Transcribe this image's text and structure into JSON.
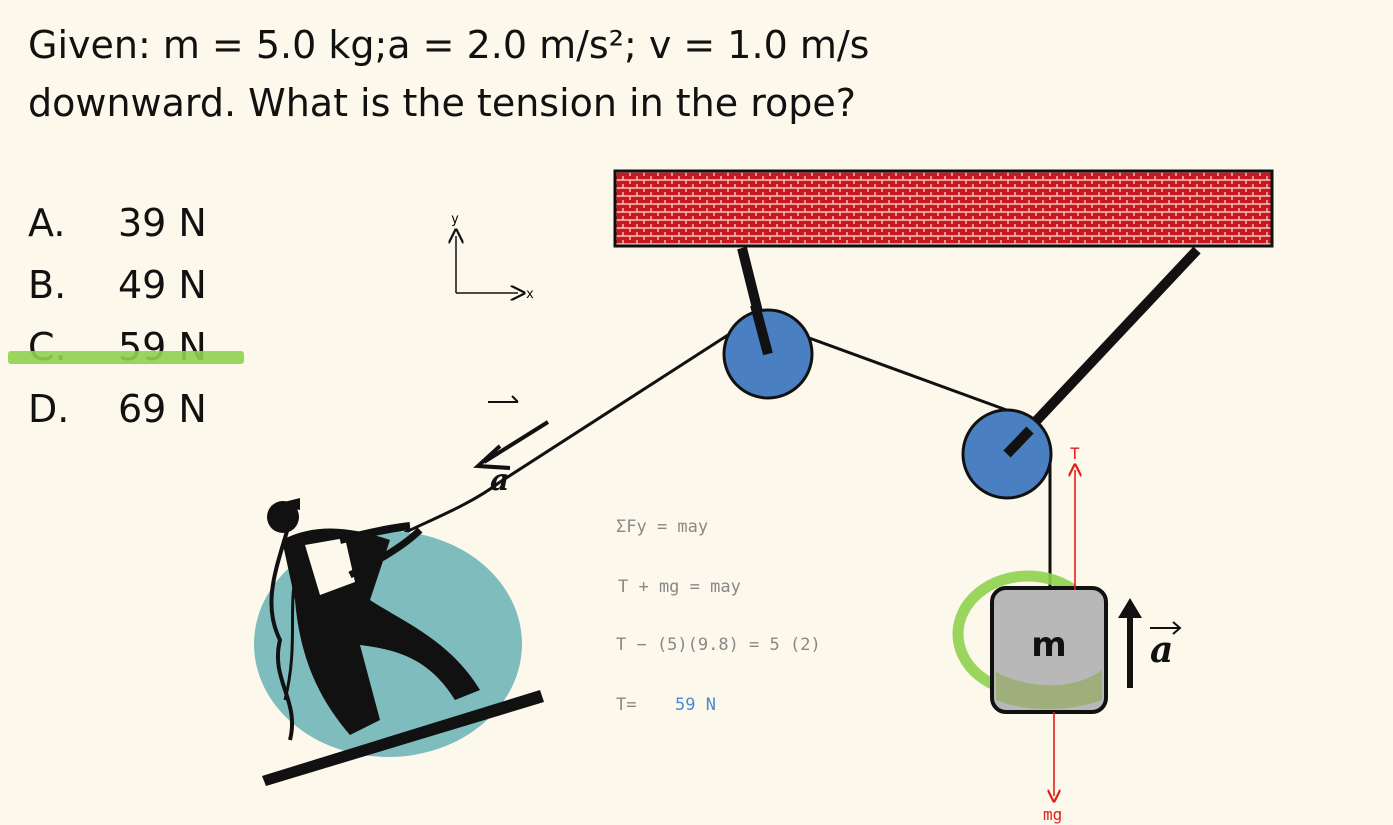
{
  "question": {
    "line1": "Given:   m = 5.0 kg;a = 2.0 m/s²;    v = 1.0 m/s",
    "line2": "downward. What is the tension in the rope?"
  },
  "options": [
    {
      "letter": "A.",
      "value": "39 N",
      "highlighted": false
    },
    {
      "letter": "B.",
      "value": "49 N",
      "highlighted": false
    },
    {
      "letter": "C.",
      "value": "59 N",
      "highlighted": true
    },
    {
      "letter": "D.",
      "value": "69 N",
      "highlighted": false
    }
  ],
  "axes": {
    "y_label": "y",
    "x_label": "x"
  },
  "block": {
    "label": "m"
  },
  "accel_label": "a",
  "pull_accel_label": "a",
  "forces": {
    "tension": "T",
    "weight": "mg"
  },
  "work": {
    "line1": "ΣFy = may",
    "line2": "T + mg  = may",
    "line3": "T − (5)(9.8) = 5 (2)",
    "line4_prefix": "T=",
    "line4_answer": "59 N"
  },
  "colors": {
    "ceiling": "#c9181e",
    "pulley": "#4a7fc1",
    "highlight": "#8fd14f",
    "disc": "#7fbcbe",
    "force_arrow": "#e0201c",
    "answer_blue": "#4a8ad4"
  }
}
